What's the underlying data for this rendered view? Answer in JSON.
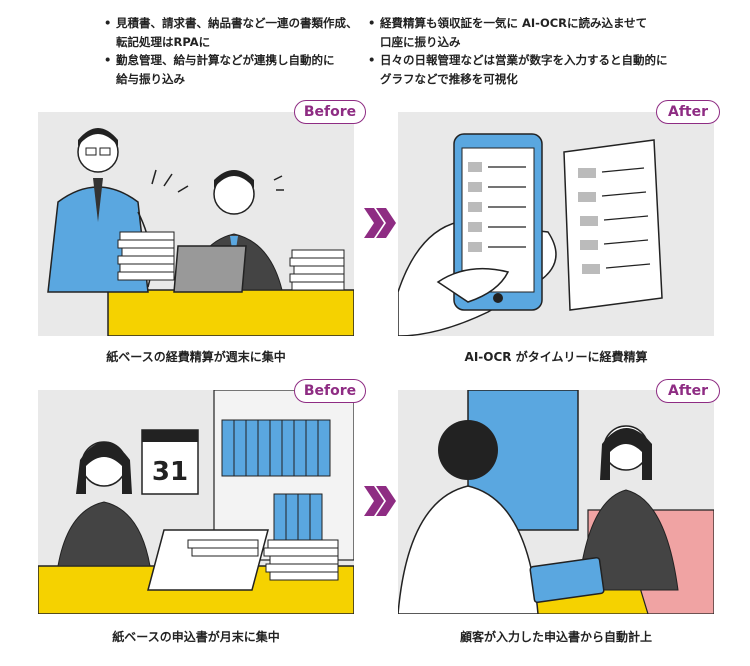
{
  "bullets": {
    "left": [
      "見積書、請求書、納品書など一連の書類作成、\n転記処理はRPAに",
      "勤怠管理、給与計算などが連携し自動的に\n給与振り込み"
    ],
    "right": [
      "経費精算も領収証を一気に AI-OCRに読み込ませて\n口座に振り込み",
      "日々の日報管理などは営業が数字を入力すると自動的に\nグラフなどで推移を可視化"
    ]
  },
  "panels": [
    {
      "badge": "Before",
      "caption": "紙ベースの経費精算が週末に集中"
    },
    {
      "badge": "After",
      "caption": "AI-OCR がタイムリーに経費精算"
    },
    {
      "badge": "Before",
      "caption": "紙ベースの申込書が月末に集中",
      "calendar_day": "31"
    },
    {
      "badge": "After",
      "caption": "顧客が入力した申込書から自動計上"
    }
  ],
  "colors": {
    "accent": "#8e2c83",
    "panel_bg": "#e9e9e9",
    "yellow": "#f5d200",
    "blue": "#5aa7e0",
    "pink": "#f0a3a3"
  }
}
